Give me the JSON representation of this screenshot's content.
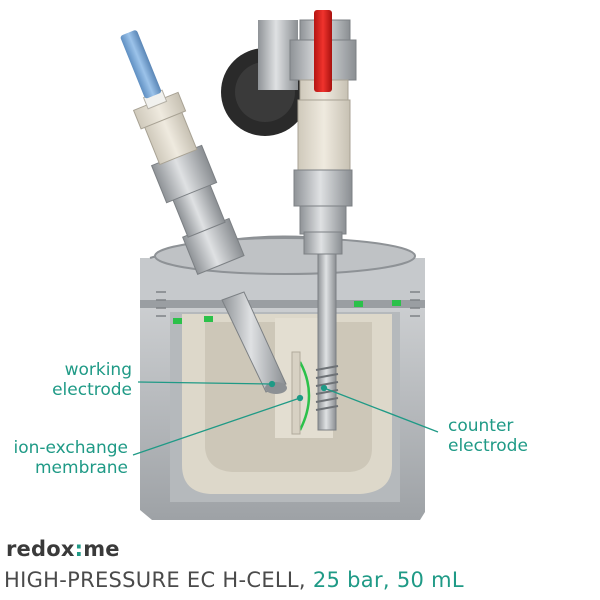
{
  "labels": {
    "working_line1": "working",
    "working_line2": "electrode",
    "membrane_line1": "ion-exchange",
    "membrane_line2": "membrane",
    "counter_line1": "counter",
    "counter_line2": "electrode"
  },
  "brand": {
    "part1": "redox",
    "separator": ":",
    "part2": "me"
  },
  "title": {
    "main": "HIGH-PRESSURE EC H-CELL",
    "separator": ", ",
    "specs": "25 bar, 50 mL"
  },
  "colors": {
    "accent": "#1f9a86",
    "steel": "#b9bcbf",
    "ptfe": "#e2ddd0",
    "tube_blue": "#79a9d8",
    "tube_red": "#d8231f",
    "gasket": "#2bc14a"
  }
}
